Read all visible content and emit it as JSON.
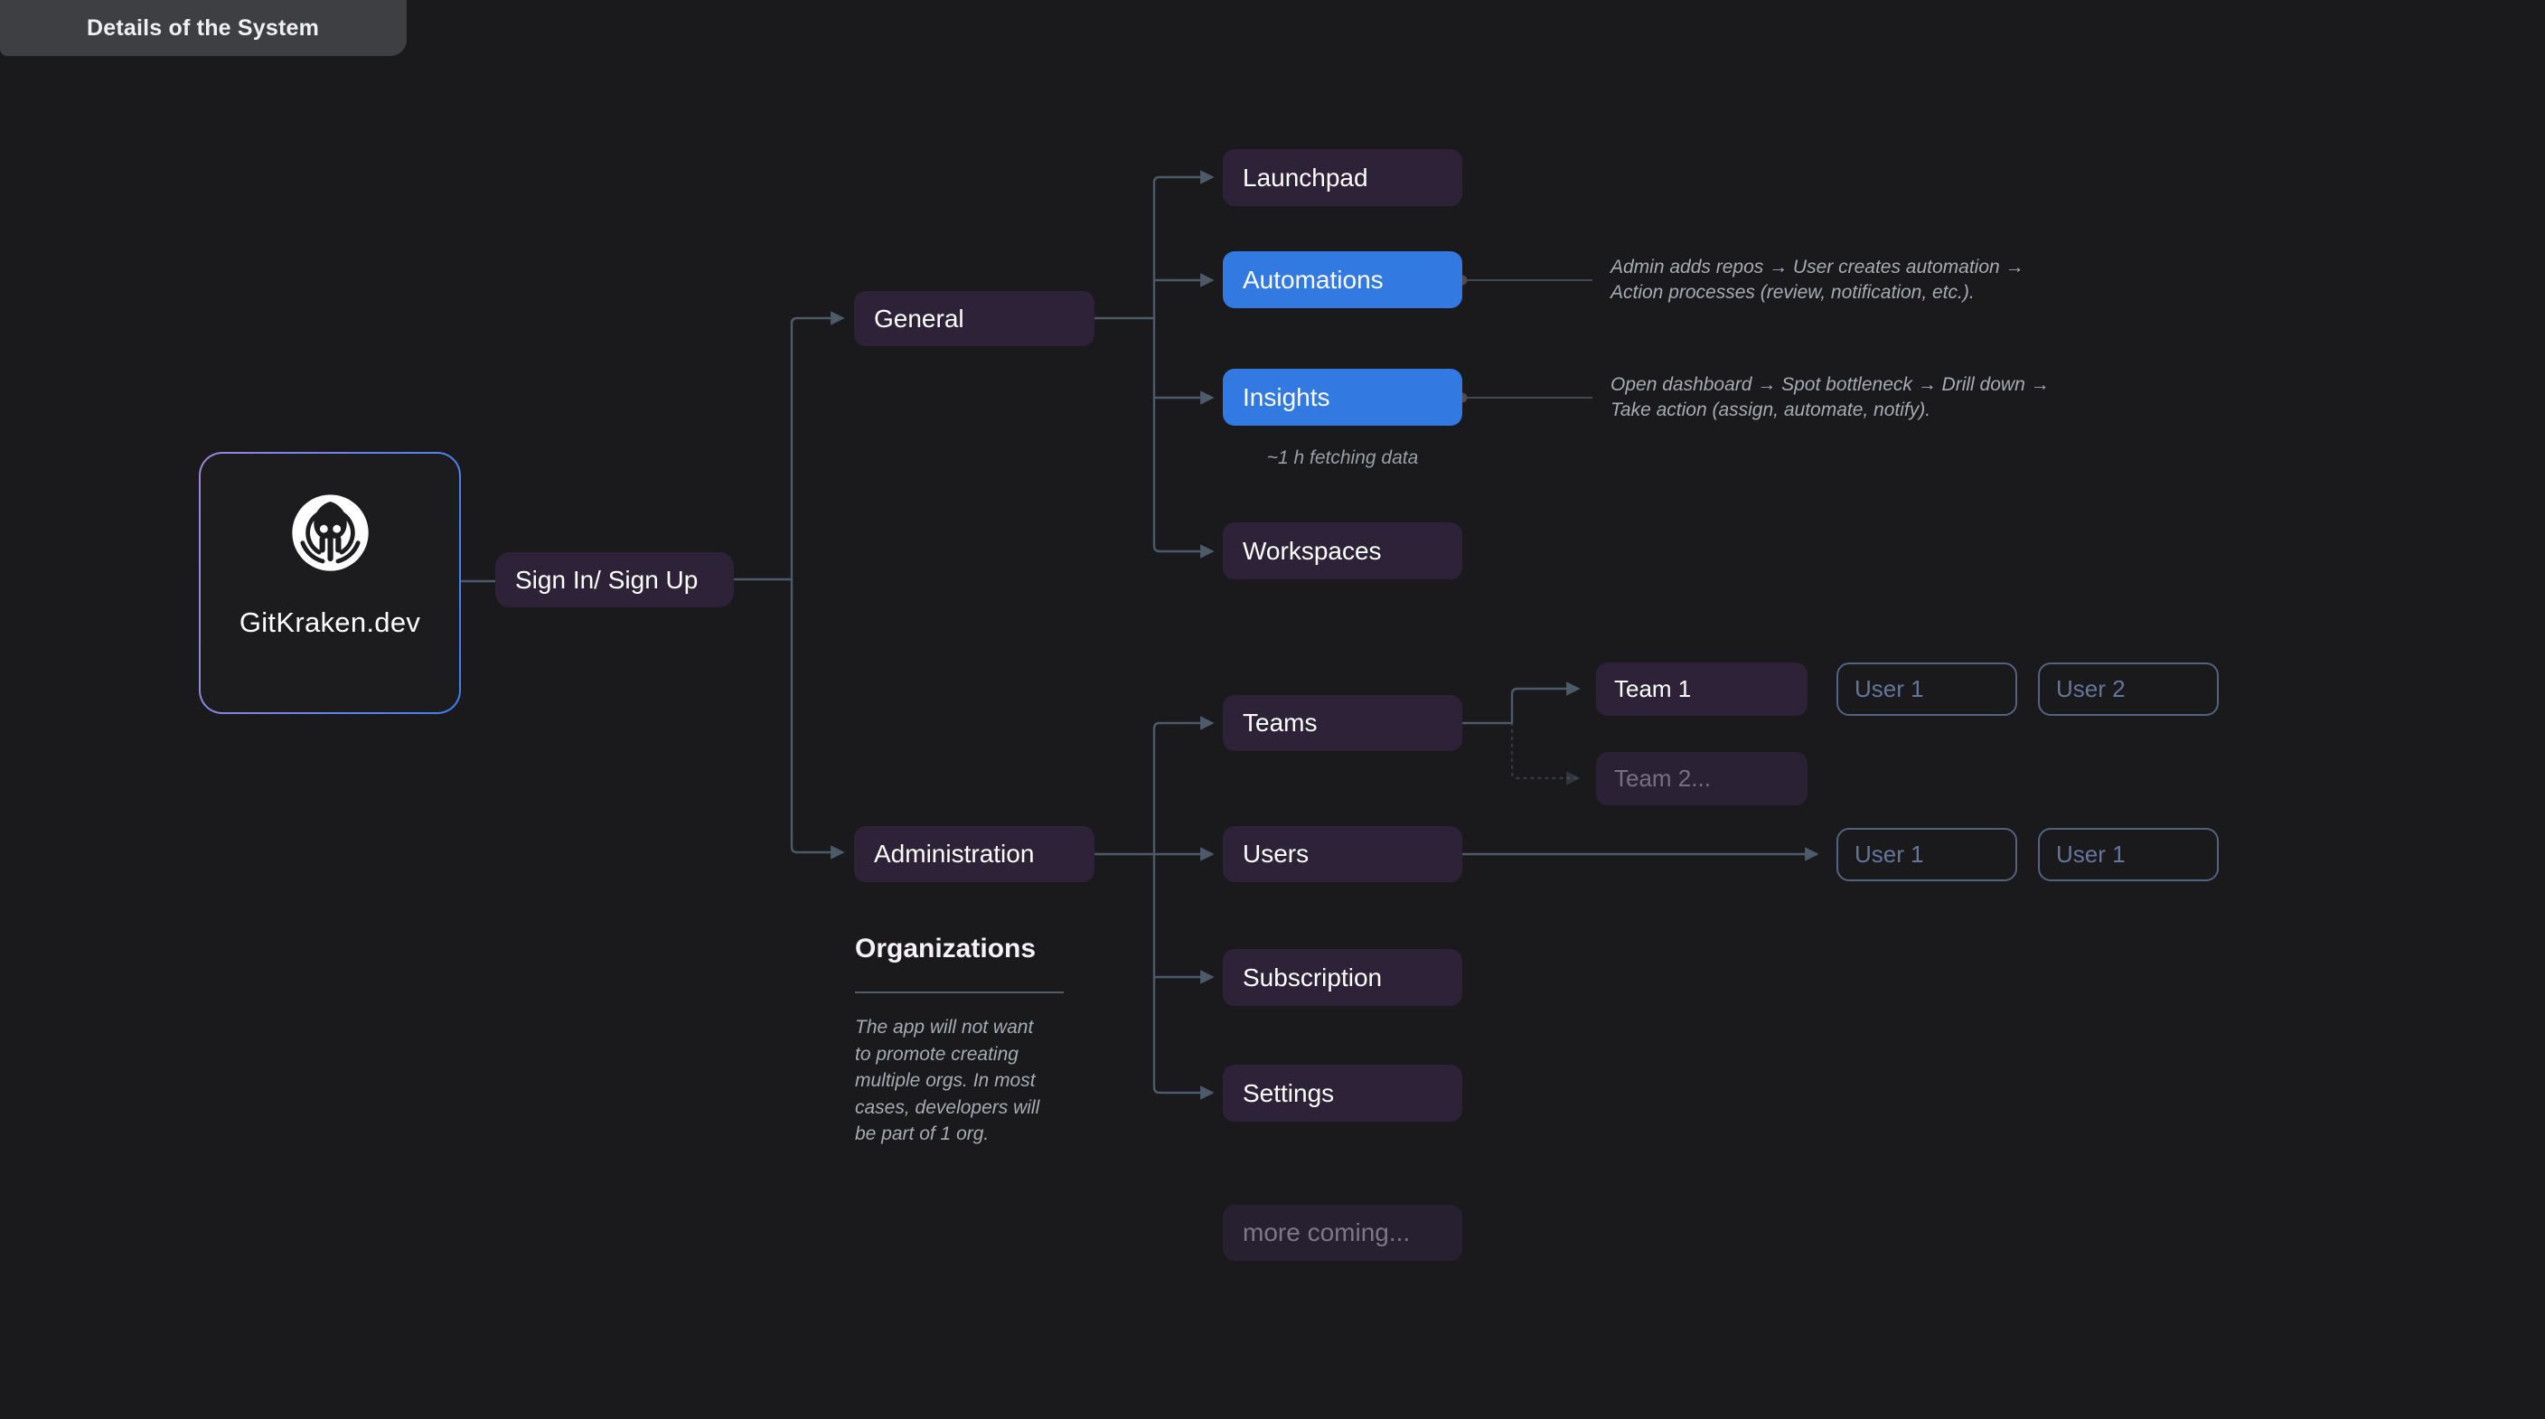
{
  "tab": {
    "title": "Details of the System"
  },
  "root_card": {
    "title": "GitKraken.dev"
  },
  "nodes": {
    "signin": "Sign In/ Sign Up",
    "general": "General",
    "administration": "Administration",
    "launchpad": "Launchpad",
    "automations": "Automations",
    "insights": "Insights",
    "workspaces": "Workspaces",
    "teams": "Teams",
    "users": "Users",
    "subscription": "Subscription",
    "settings": "Settings",
    "more_coming": "more coming...",
    "team1": "Team 1",
    "team2": "Team 2...",
    "team1_user1": "User 1",
    "team1_user2": "User 2",
    "users_user1a": "User 1",
    "users_user1b": "User 1"
  },
  "annotations": {
    "automations_flow": "Admin adds repos → User creates automation →\nAction processes (review, notification, etc.).",
    "insights_flow": "Open dashboard → Spot bottleneck → Drill down →\nTake action (assign, automate, notify).",
    "insights_latency": "~1 h fetching data",
    "organizations_heading": "Organizations",
    "organizations_note": "The app will not want\nto promote creating\nmultiple orgs. In most\ncases, developers will\nbe part of 1 org."
  },
  "colors": {
    "background": "#1a191c",
    "tab_background": "#3e3f43",
    "node_purple": "#2d2237",
    "node_blue": "#3379e2",
    "connector": "#4d5a6a",
    "outline_border": "#54627f",
    "annotation_text": "#a8abb2",
    "card_border_gradient": [
      "#9b87de",
      "#3f7ef5"
    ]
  }
}
